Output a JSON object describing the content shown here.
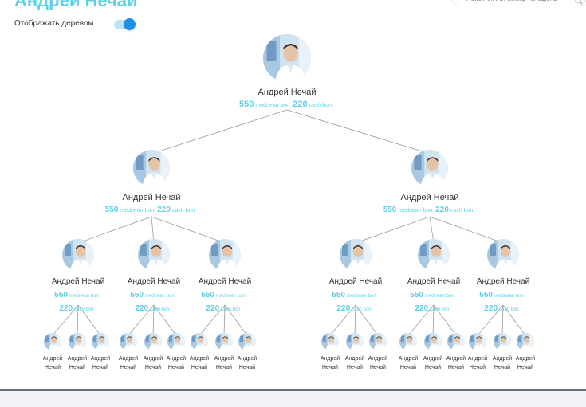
{
  "header": {
    "title": "Андрей Нечай",
    "search_placeholder": "Поиск Ф.И.О, номер телефона"
  },
  "toggle": {
    "label": "Отображать деревом",
    "checked": true
  },
  "colors": {
    "accent": "#5ed0e6",
    "toggle_knob": "#1e90e8",
    "line": "#9a9a9a"
  },
  "tree": {
    "name": "Андрей Нечай",
    "mednean_value": "550",
    "mednean_label": "mednean bon",
    "cash_value": "220",
    "cash_label": "cash bon",
    "children": [
      {
        "name": "Андрей Нечай",
        "mednean_value": "550",
        "mednean_label": "mednean bon",
        "cash_value": "220",
        "cash_label": "cash bon",
        "children": [
          {
            "name": "Андрей Нечай",
            "mednean_value": "550",
            "mednean_label": "mednean bon",
            "cash_value": "220",
            "cash_label": "cash bon",
            "children": [
              {
                "name": "Андрей Нечай"
              },
              {
                "name": "Андрей Нечай"
              },
              {
                "name": "Андрей Нечай"
              }
            ]
          },
          {
            "name": "Андрей Нечай",
            "mednean_value": "550",
            "mednean_label": "mednean bon",
            "cash_value": "220",
            "cash_label": "cash bon",
            "children": [
              {
                "name": "Андрей Нечай"
              },
              {
                "name": "Андрей Нечай"
              },
              {
                "name": "Андрей Нечай"
              }
            ]
          },
          {
            "name": "Андрей Нечай",
            "mednean_value": "550",
            "mednean_label": "mednean bon",
            "cash_value": "220",
            "cash_label": "cash bon",
            "children": [
              {
                "name": "Андрей Нечай"
              },
              {
                "name": "Андрей Нечай"
              },
              {
                "name": "Андрей Нечай"
              }
            ]
          }
        ]
      },
      {
        "name": "Андрей Нечай",
        "mednean_value": "550",
        "mednean_label": "mednean bon",
        "cash_value": "220",
        "cash_label": "cash bon",
        "children": [
          {
            "name": "Андрей Нечай",
            "mednean_value": "550",
            "mednean_label": "mednean bon",
            "cash_value": "220",
            "cash_label": "cash bon",
            "children": [
              {
                "name": "Андрей Нечай"
              },
              {
                "name": "Андрей Нечай"
              },
              {
                "name": "Андрей Нечай"
              }
            ]
          },
          {
            "name": "Андрей Нечай",
            "mednean_value": "550",
            "mednean_label": "mednean bon",
            "cash_value": "220",
            "cash_label": "cash bon",
            "children": [
              {
                "name": "Андрей Нечай"
              },
              {
                "name": "Андрей Нечай"
              },
              {
                "name": "Андрей Нечай"
              }
            ]
          },
          {
            "name": "Андрей Нечай",
            "mednean_value": "550",
            "mednean_label": "mednean bon",
            "cash_value": "220",
            "cash_label": "cash bon",
            "children": [
              {
                "name": "Андрей Нечай"
              },
              {
                "name": "Андрей Нечай"
              },
              {
                "name": "Андрей Нечай"
              }
            ]
          }
        ]
      }
    ]
  }
}
